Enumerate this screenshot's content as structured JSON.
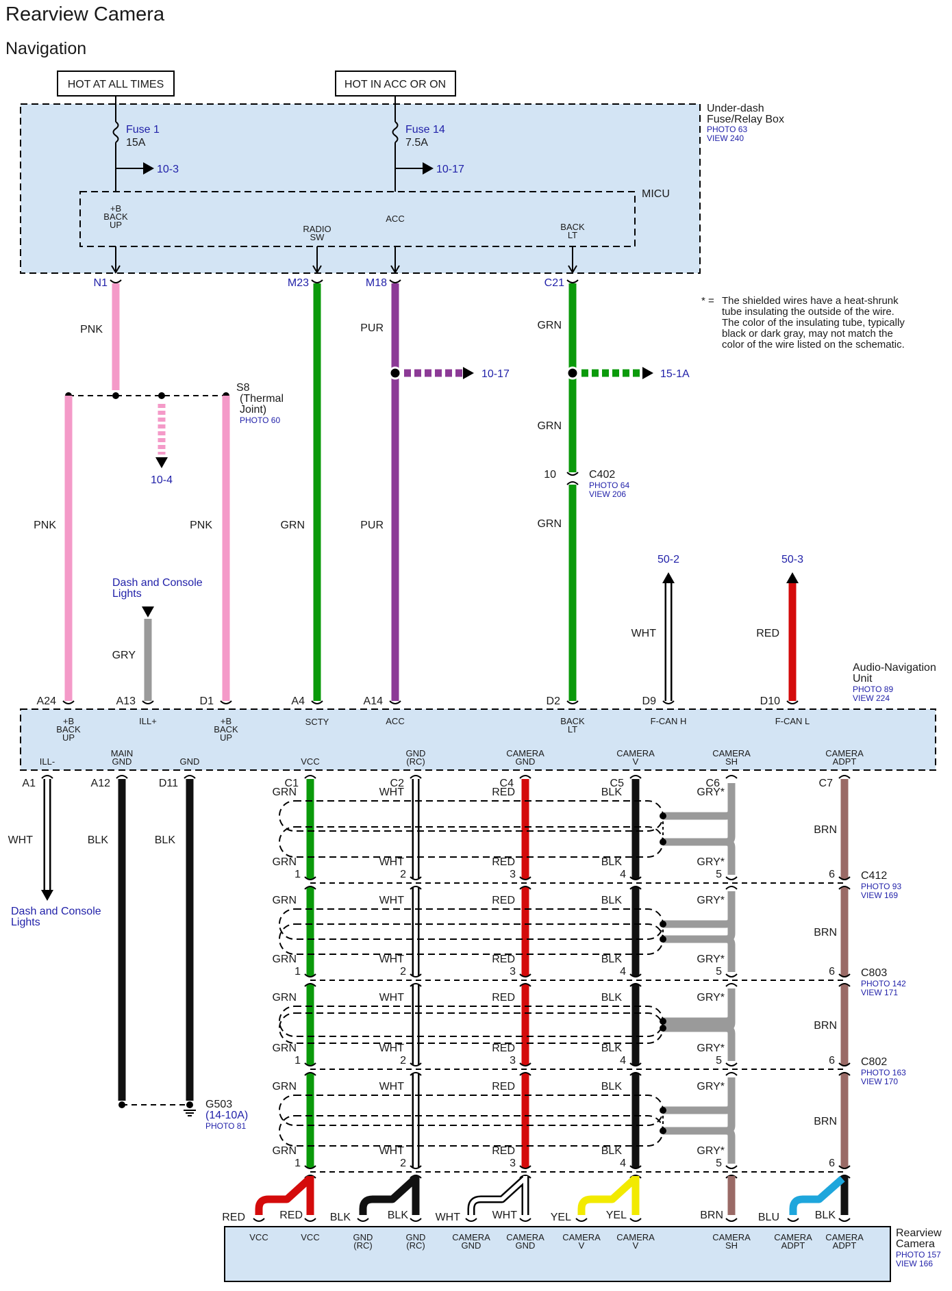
{
  "page": {
    "title": "Rearview Camera",
    "subtitle": "Navigation"
  },
  "power_sources": [
    {
      "id": "hot-at-all-times",
      "label": "HOT AT ALL TIMES"
    },
    {
      "id": "hot-in-acc-or-on",
      "label": "HOT IN ACC OR ON"
    }
  ],
  "fuse_box": {
    "name_line1": "Under-dash",
    "name_line2": "Fuse/Relay Box",
    "photo": "PHOTO 63",
    "view": "VIEW 240",
    "fuses": [
      {
        "name": "Fuse 1",
        "rating": "15A",
        "ref": "10-3"
      },
      {
        "name": "Fuse 14",
        "rating": "7.5A",
        "ref": "10-17"
      }
    ],
    "micu": {
      "name": "MICU",
      "terminals": [
        {
          "lines": [
            "+B",
            "BACK",
            "UP"
          ]
        },
        {
          "lines": [
            "RADIO",
            "SW"
          ]
        },
        {
          "lines": [
            "ACC"
          ]
        },
        {
          "lines": [
            "BACK",
            "LT"
          ]
        }
      ]
    },
    "pins": [
      "N1",
      "M23",
      "M18",
      "C21"
    ]
  },
  "note": {
    "marker": "* =",
    "lines": [
      "The shielded wires have a heat-shrunk",
      "tube insulating the outside of the wire.",
      "The color of the insulating tube, typically",
      "black or dark gray, may not match the",
      "color of the wire listed on the schematic."
    ]
  },
  "upper_wires": {
    "colors": [
      "PNK",
      "PNK",
      "PNK",
      "GRY",
      "GRN",
      "PUR",
      "PUR",
      "GRN",
      "GRN",
      "GRN",
      "WHT",
      "RED"
    ],
    "branch_refs": [
      "10-17",
      "15-1A",
      "10-4"
    ],
    "can_refs": [
      "50-2",
      "50-3"
    ],
    "dash_lights_label_line1": "Dash and Console",
    "dash_lights_label_line2": "Lights"
  },
  "thermal_joint": {
    "name": "S8",
    "line2": "(Thermal",
    "line3": "Joint)",
    "photo": "PHOTO 60"
  },
  "c402": {
    "name": "C402",
    "pin": "10",
    "photo": "PHOTO 64",
    "view": "VIEW 206"
  },
  "nav_unit": {
    "name_line1": "Audio-Navigation",
    "name_line2": "Unit",
    "photo": "PHOTO 89",
    "view": "VIEW 224",
    "top_pins": [
      "A24",
      "A13",
      "D1",
      "A4",
      "A14",
      "D2",
      "D9",
      "D10"
    ],
    "top_terms": [
      {
        "lines": [
          "+B",
          "BACK",
          "UP"
        ]
      },
      {
        "lines": [
          "ILL+"
        ]
      },
      {
        "lines": [
          "+B",
          "BACK",
          "UP"
        ]
      },
      {
        "lines": [
          "SCTY"
        ]
      },
      {
        "lines": [
          "ACC"
        ]
      },
      {
        "lines": [
          "BACK",
          "LT"
        ]
      },
      {
        "lines": [
          "F-CAN H"
        ]
      },
      {
        "lines": [
          "F-CAN L"
        ]
      }
    ],
    "bottom_terms": [
      {
        "lines": [
          "ILL-"
        ]
      },
      {
        "lines": [
          "MAIN",
          "GND"
        ]
      },
      {
        "lines": [
          "GND"
        ]
      },
      {
        "lines": [
          "VCC"
        ]
      },
      {
        "lines": [
          "GND",
          "(RC)"
        ]
      },
      {
        "lines": [
          "CAMERA",
          "GND"
        ]
      },
      {
        "lines": [
          "CAMERA",
          "V"
        ]
      },
      {
        "lines": [
          "CAMERA",
          "SH"
        ]
      },
      {
        "lines": [
          "CAMERA",
          "ADPT"
        ]
      }
    ],
    "bottom_pins": [
      "A1",
      "A12",
      "D11",
      "C1",
      "C2",
      "C4",
      "C5",
      "C6",
      "C7"
    ]
  },
  "left_wires": {
    "colors": [
      "WHT",
      "BLK",
      "BLK"
    ],
    "dash_lights_label_line1": "Dash and Console",
    "dash_lights_label_line2": "Lights"
  },
  "ground": {
    "name": "G503",
    "ref": "(14-10A)",
    "photo": "PHOTO 81"
  },
  "harness": {
    "wire_colors": [
      "GRN",
      "WHT",
      "RED",
      "BLK",
      "GRY*"
    ],
    "brn_label": "BRN",
    "connectors": [
      {
        "name": "C412",
        "photo": "PHOTO 93",
        "view": "VIEW 169",
        "pins": [
          "1",
          "2",
          "3",
          "4",
          "5",
          "6"
        ]
      },
      {
        "name": "C803",
        "photo": "PHOTO 142",
        "view": "VIEW 171",
        "pins": [
          "1",
          "2",
          "3",
          "4",
          "5",
          "6"
        ]
      },
      {
        "name": "C802",
        "photo": "PHOTO 163",
        "view": "VIEW 170",
        "pins": [
          "1",
          "2",
          "3",
          "4",
          "5",
          "6"
        ]
      },
      {
        "name": "",
        "photo": "",
        "view": "",
        "pins": [
          "1",
          "2",
          "3",
          "4",
          "5",
          "6"
        ]
      }
    ]
  },
  "camera": {
    "name_line1": "Rearview",
    "name_line2": "Camera",
    "photo": "PHOTO 157",
    "view": "VIEW 166",
    "pigtail_labels": [
      {
        "outer": "RED",
        "inner": "RED"
      },
      {
        "outer": "BLK",
        "inner": "BLK"
      },
      {
        "outer": "WHT",
        "inner": "WHT"
      },
      {
        "outer": "YEL",
        "inner": "YEL"
      },
      {
        "outer": "BLU",
        "inner": "BLK"
      }
    ],
    "brn_label": "BRN",
    "terms": [
      {
        "lines": [
          "VCC"
        ]
      },
      {
        "lines": [
          "VCC"
        ]
      },
      {
        "lines": [
          "GND",
          "(RC)"
        ]
      },
      {
        "lines": [
          "GND",
          "(RC)"
        ]
      },
      {
        "lines": [
          "CAMERA",
          "GND"
        ]
      },
      {
        "lines": [
          "CAMERA",
          "GND"
        ]
      },
      {
        "lines": [
          "CAMERA",
          "V"
        ]
      },
      {
        "lines": [
          "CAMERA",
          "V"
        ]
      },
      {
        "lines": [
          "CAMERA",
          "SH"
        ]
      },
      {
        "lines": [
          "CAMERA",
          "ADPT"
        ]
      },
      {
        "lines": [
          "CAMERA",
          "ADPT"
        ]
      }
    ]
  },
  "colors": {
    "box_fill": "#d3e4f4",
    "pnk": "#f49ac8",
    "grn": "#0a9a0a",
    "pur": "#8c3a96",
    "red": "#d40b0b",
    "gry": "#9a9a9a",
    "brn": "#9a6a66",
    "blk": "#111111",
    "yel": "#f2ea00",
    "blu": "#1ea6dc",
    "blue_text": "#1f1fa8"
  }
}
